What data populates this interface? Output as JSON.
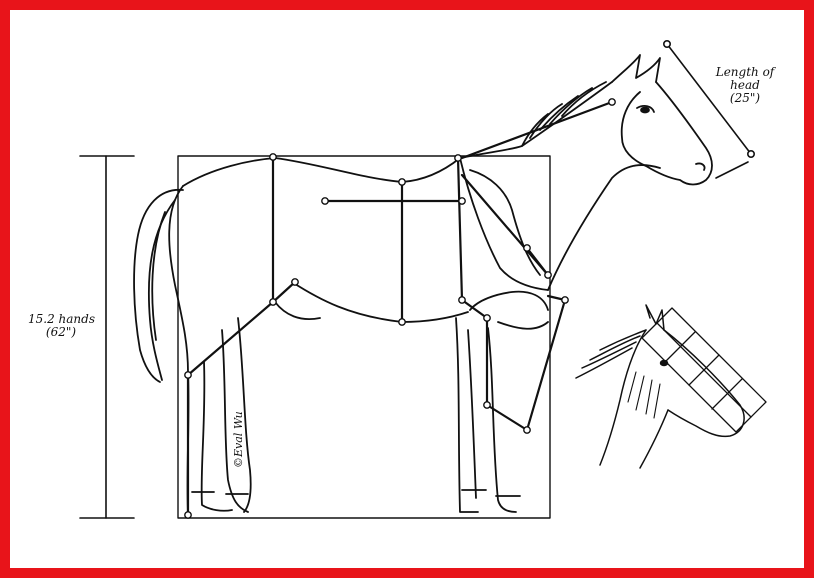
{
  "colors": {
    "frame": "#e8141a",
    "ink": "#111111",
    "paper": "#ffffff"
  },
  "annotations": {
    "height_label": [
      "15.2 hands",
      "(62\")"
    ],
    "head_length_label": [
      "Length of",
      "head",
      "(25\")"
    ]
  },
  "signature": "©Eval Wu"
}
